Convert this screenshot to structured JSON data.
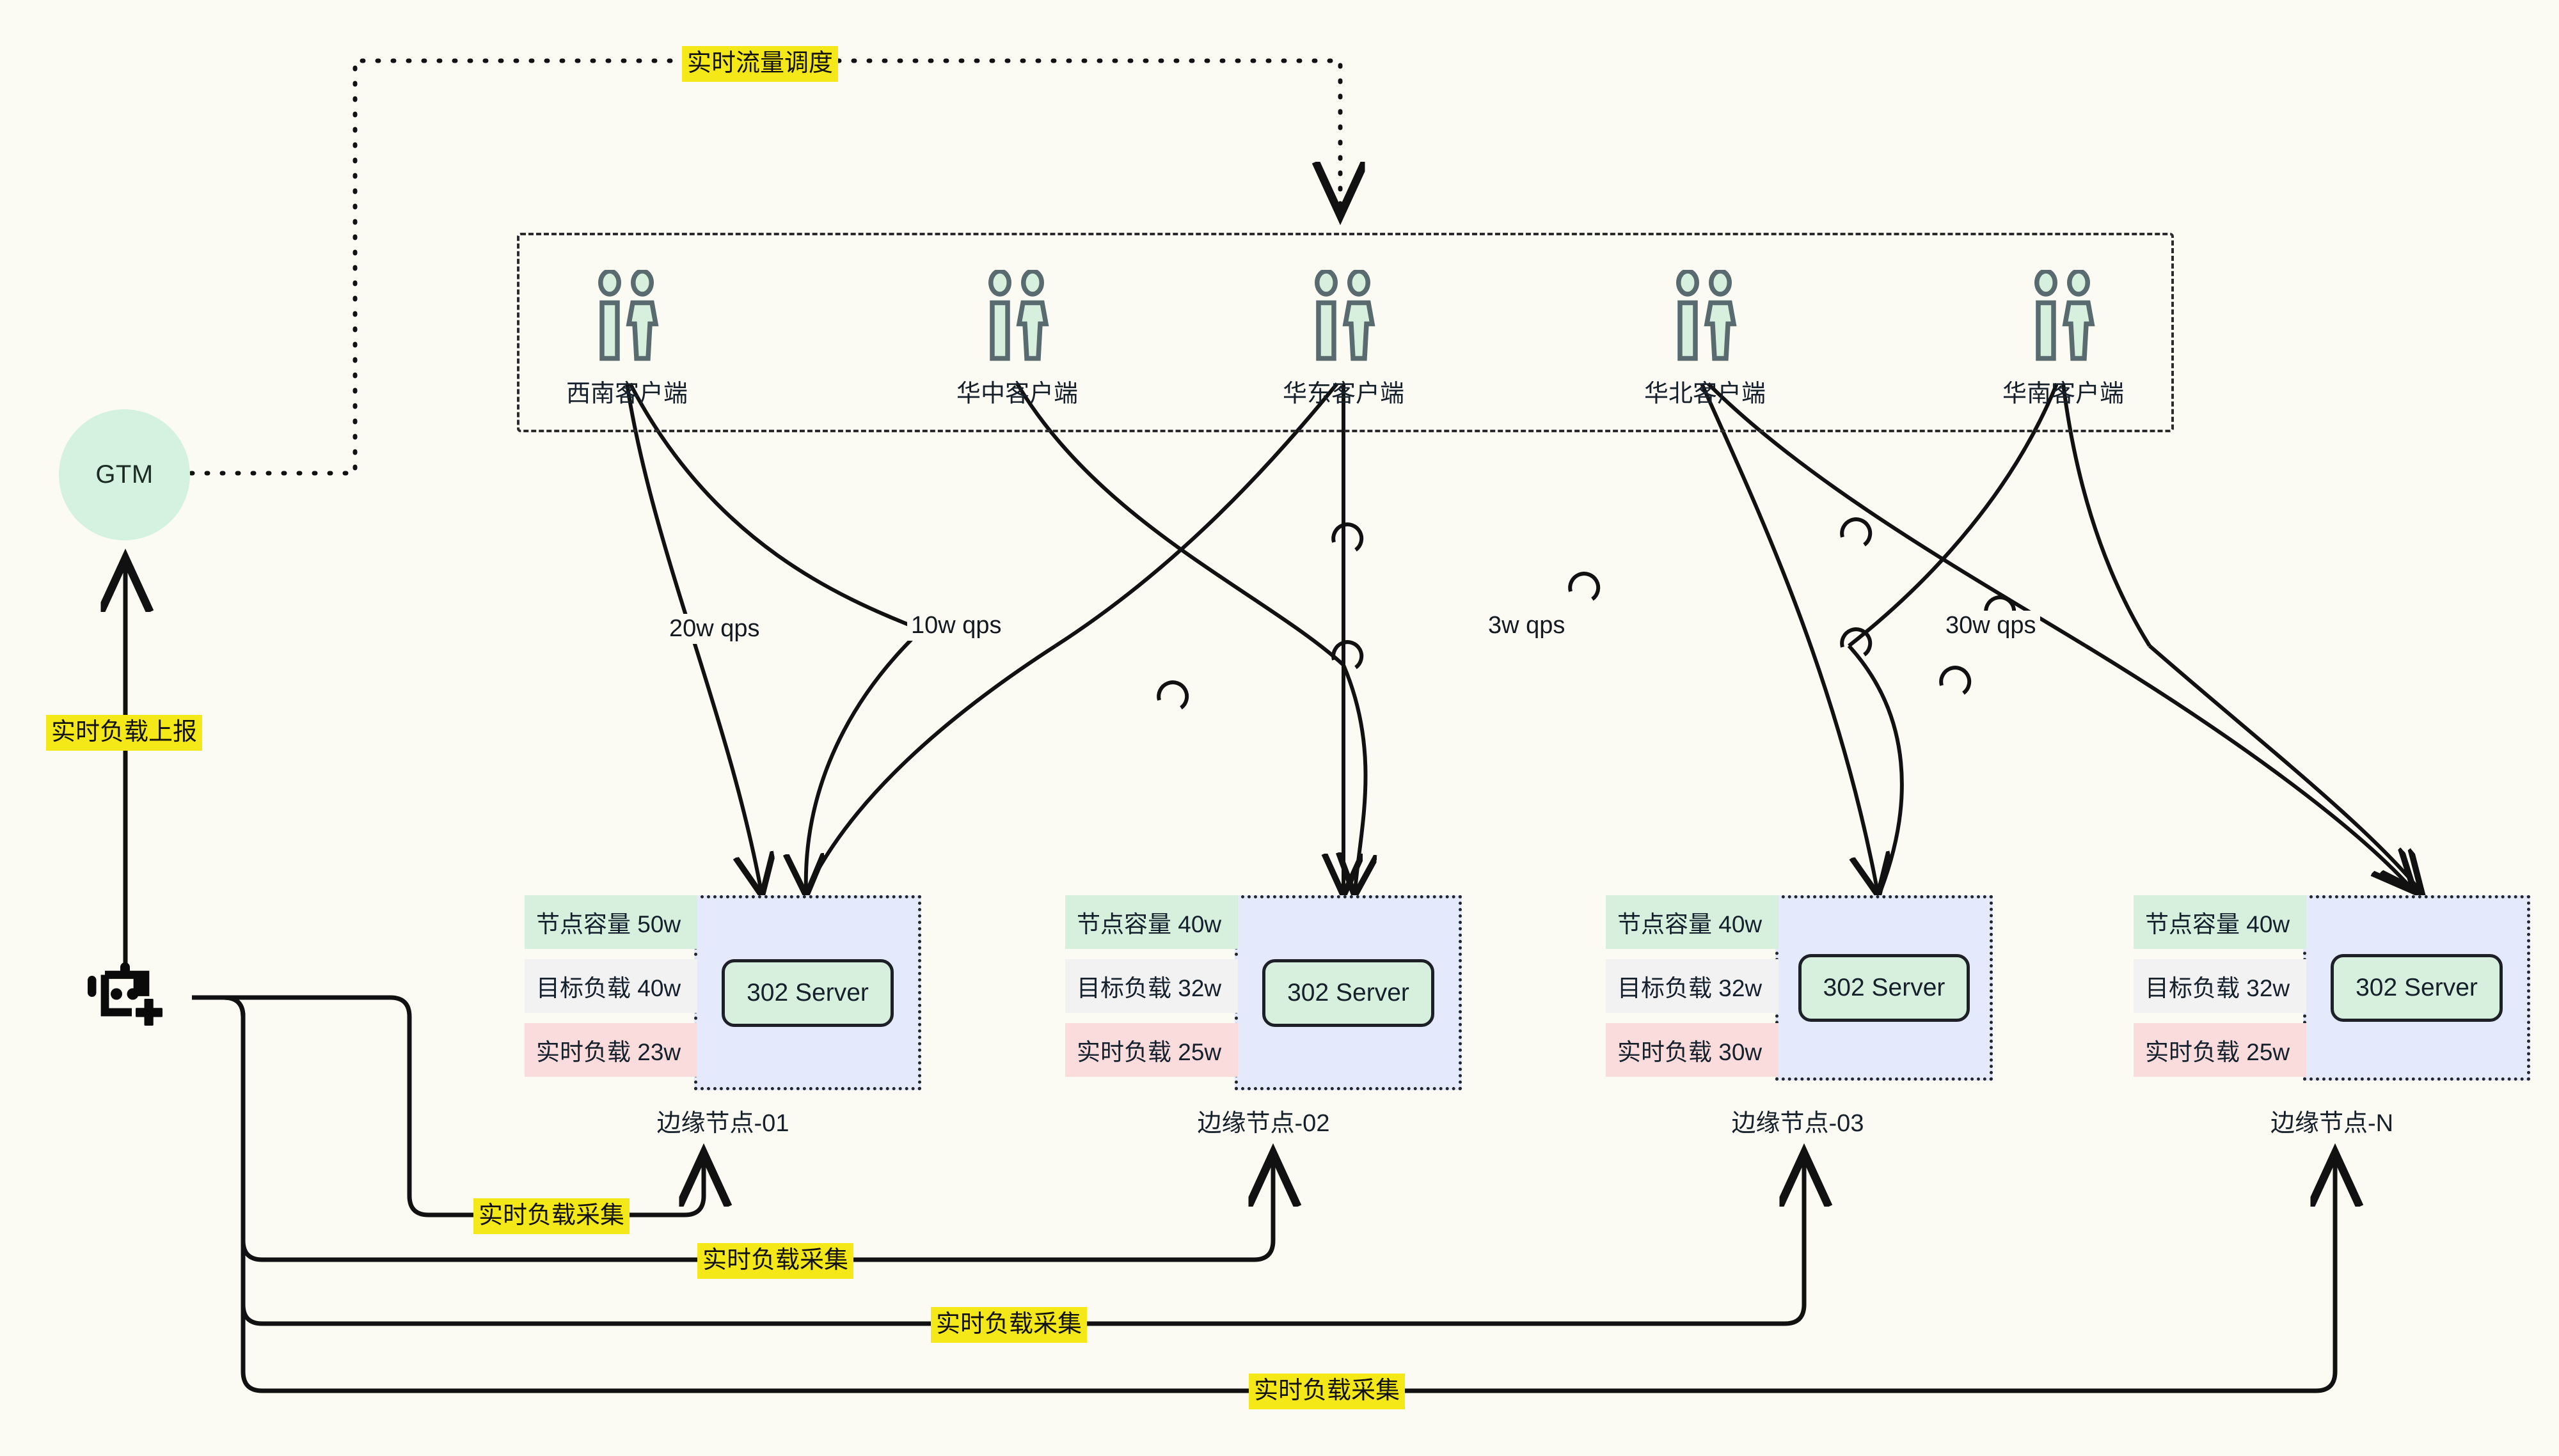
{
  "diagram": {
    "title": "GTM 实时流量调度与边缘节点负载采集架构图",
    "background_color": "#fbfbf4",
    "accent_highlight_color": "#f5e818",
    "node_green": "#d6f0dd",
    "node_blue": "#e4eafb",
    "node_pink": "#fadcdc"
  },
  "gtm": {
    "label": "GTM",
    "fill": "#d5f2e0"
  },
  "agent": {
    "icon": "robot-plus-icon"
  },
  "labels": {
    "traffic_schedule": "实时流量调度",
    "load_report": "实时负载上报",
    "load_collect": "实时负载采集"
  },
  "client_group": {
    "clients": [
      {
        "id": "sw",
        "label": "西南客户端",
        "icon": "two-people-icon"
      },
      {
        "id": "hz",
        "label": "华中客户端",
        "icon": "two-people-icon"
      },
      {
        "id": "hd",
        "label": "华东客户端",
        "icon": "two-people-icon"
      },
      {
        "id": "hb",
        "label": "华北客户端",
        "icon": "two-people-icon"
      },
      {
        "id": "hn",
        "label": "华南客户端",
        "icon": "two-people-icon"
      }
    ]
  },
  "edge_nodes": [
    {
      "id": "n1",
      "caption": "边缘节点-01",
      "capacity": "节点容量 50w",
      "target_load": "目标负载 40w",
      "live_load": "实时负载 23w",
      "server": "302 Server"
    },
    {
      "id": "n2",
      "caption": "边缘节点-02",
      "capacity": "节点容量 40w",
      "target_load": "目标负载 32w",
      "live_load": "实时负载 25w",
      "server": "302 Server"
    },
    {
      "id": "n3",
      "caption": "边缘节点-03",
      "capacity": "节点容量 40w",
      "target_load": "目标负载 32w",
      "live_load": "实时负载 30w",
      "server": "302 Server"
    },
    {
      "id": "nN",
      "caption": "边缘节点-N",
      "capacity": "节点容量 40w",
      "target_load": "目标负载 32w",
      "live_load": "实时负载 25w",
      "server": "302 Server"
    }
  ],
  "qps_labels": [
    {
      "id": "q20",
      "text": "20w qps"
    },
    {
      "id": "q10",
      "text": "10w qps"
    },
    {
      "id": "q3",
      "text": "3w qps"
    },
    {
      "id": "q30",
      "text": "30w qps"
    }
  ],
  "collect_labels": [
    {
      "id": "c1",
      "text": "实时负载采集"
    },
    {
      "id": "c2",
      "text": "实时负载采集"
    },
    {
      "id": "c3",
      "text": "实时负载采集"
    },
    {
      "id": "c4",
      "text": "实时负载采集"
    }
  ]
}
